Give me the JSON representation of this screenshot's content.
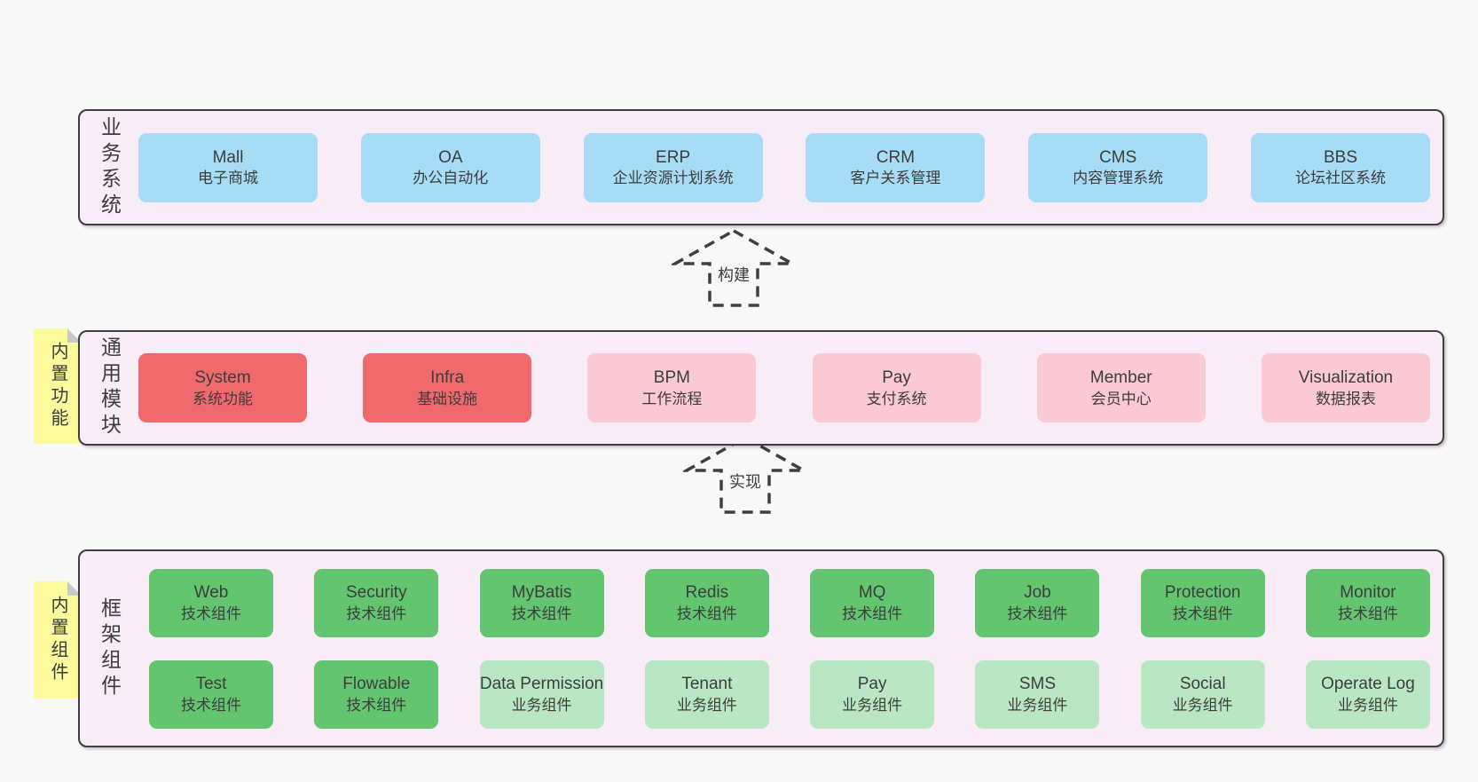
{
  "colors": {
    "page_bg": "#f8f8f8",
    "band_bg": "#f8edf6",
    "band_border": "#3f3f3f",
    "box_blue": "#a6dcf5",
    "box_red": "#f0696c",
    "box_pink": "#fac9d3",
    "box_green": "#63c56f",
    "box_light_green": "#b9e7c4",
    "sticky_yellow": "#fbfa9d",
    "sticky_fold": "#c9c9c9",
    "text": "#3d3d3d"
  },
  "bands": {
    "business": {
      "label": "业务系统",
      "boxes": [
        {
          "name": "Mall",
          "desc": "电子商城",
          "variant": "blue"
        },
        {
          "name": "OA",
          "desc": "办公自动化",
          "variant": "blue"
        },
        {
          "name": "ERP",
          "desc": "企业资源计划系统",
          "variant": "blue"
        },
        {
          "name": "CRM",
          "desc": "客户关系管理",
          "variant": "blue"
        },
        {
          "name": "CMS",
          "desc": "内容管理系统",
          "variant": "blue"
        },
        {
          "name": "BBS",
          "desc": "论坛社区系统",
          "variant": "blue"
        }
      ]
    },
    "modules": {
      "label": "通用模块",
      "sticky": "内置功能",
      "boxes": [
        {
          "name": "System",
          "desc": "系统功能",
          "variant": "red"
        },
        {
          "name": "Infra",
          "desc": "基础设施",
          "variant": "red"
        },
        {
          "name": "BPM",
          "desc": "工作流程",
          "variant": "pink"
        },
        {
          "name": "Pay",
          "desc": "支付系统",
          "variant": "pink"
        },
        {
          "name": "Member",
          "desc": "会员中心",
          "variant": "pink"
        },
        {
          "name": "Visualization",
          "desc": "数据报表",
          "variant": "pink"
        }
      ]
    },
    "framework": {
      "label": "框架组件",
      "sticky": "内置组件",
      "rows": [
        [
          {
            "name": "Web",
            "desc": "技术组件",
            "variant": "green"
          },
          {
            "name": "Security",
            "desc": "技术组件",
            "variant": "green"
          },
          {
            "name": "MyBatis",
            "desc": "技术组件",
            "variant": "green"
          },
          {
            "name": "Redis",
            "desc": "技术组件",
            "variant": "green"
          },
          {
            "name": "MQ",
            "desc": "技术组件",
            "variant": "green"
          },
          {
            "name": "Job",
            "desc": "技术组件",
            "variant": "green"
          },
          {
            "name": "Protection",
            "desc": "技术组件",
            "variant": "green"
          },
          {
            "name": "Monitor",
            "desc": "技术组件",
            "variant": "green"
          }
        ],
        [
          {
            "name": "Test",
            "desc": "技术组件",
            "variant": "green"
          },
          {
            "name": "Flowable",
            "desc": "技术组件",
            "variant": "green"
          },
          {
            "name": "Data Permission",
            "desc": "业务组件",
            "variant": "light-green"
          },
          {
            "name": "Tenant",
            "desc": "业务组件",
            "variant": "light-green"
          },
          {
            "name": "Pay",
            "desc": "业务组件",
            "variant": "light-green"
          },
          {
            "name": "SMS",
            "desc": "业务组件",
            "variant": "light-green"
          },
          {
            "name": "Social",
            "desc": "业务组件",
            "variant": "light-green"
          },
          {
            "name": "Operate Log",
            "desc": "业务组件",
            "variant": "light-green"
          }
        ]
      ]
    }
  },
  "arrows": [
    {
      "label": "构建"
    },
    {
      "label": "实现"
    }
  ]
}
